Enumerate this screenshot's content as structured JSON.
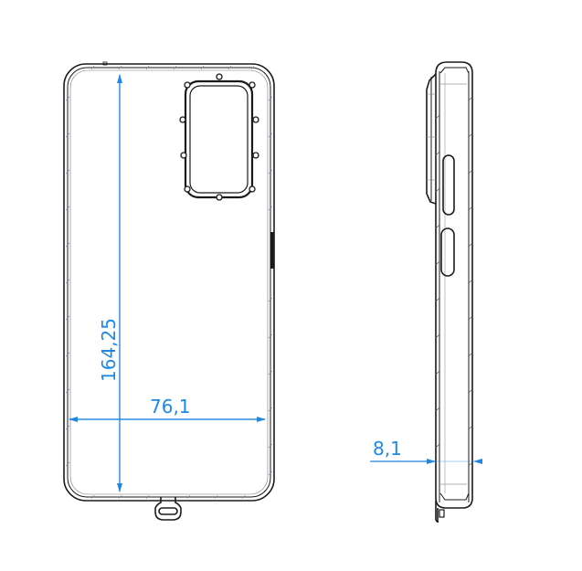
{
  "drawing": {
    "type": "technical-drawing",
    "subject": "phone-case",
    "line_color": "#1a1a1a",
    "dimension_color": "#1e88e5",
    "views": [
      {
        "name": "back-view",
        "dimensions": {
          "height": "164,25",
          "width": "76,1"
        }
      },
      {
        "name": "side-view",
        "dimensions": {
          "thickness": "8,1"
        }
      }
    ]
  }
}
